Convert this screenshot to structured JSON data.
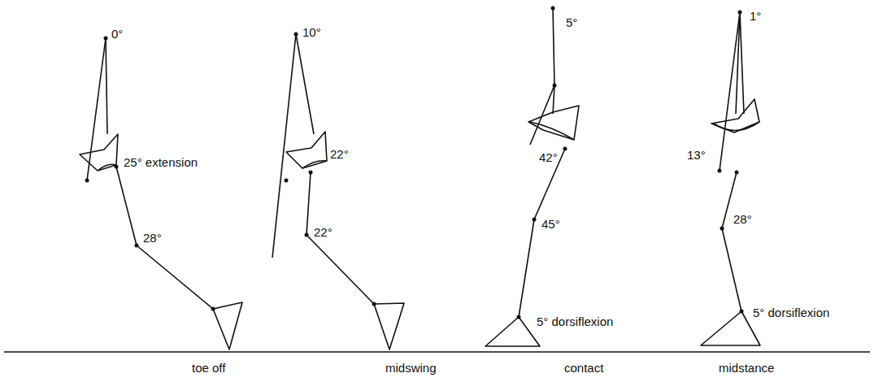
{
  "diagram": {
    "labels": [
      "0°",
      "25° extension",
      "28°",
      "10°",
      "22°",
      "22°",
      "5°",
      "42°",
      "45°",
      "5° dorsiflexion",
      "1°",
      "13°",
      "28°",
      "5° dorsiflexion",
      "toe off",
      "midswing",
      "contact",
      "midstance"
    ]
  }
}
